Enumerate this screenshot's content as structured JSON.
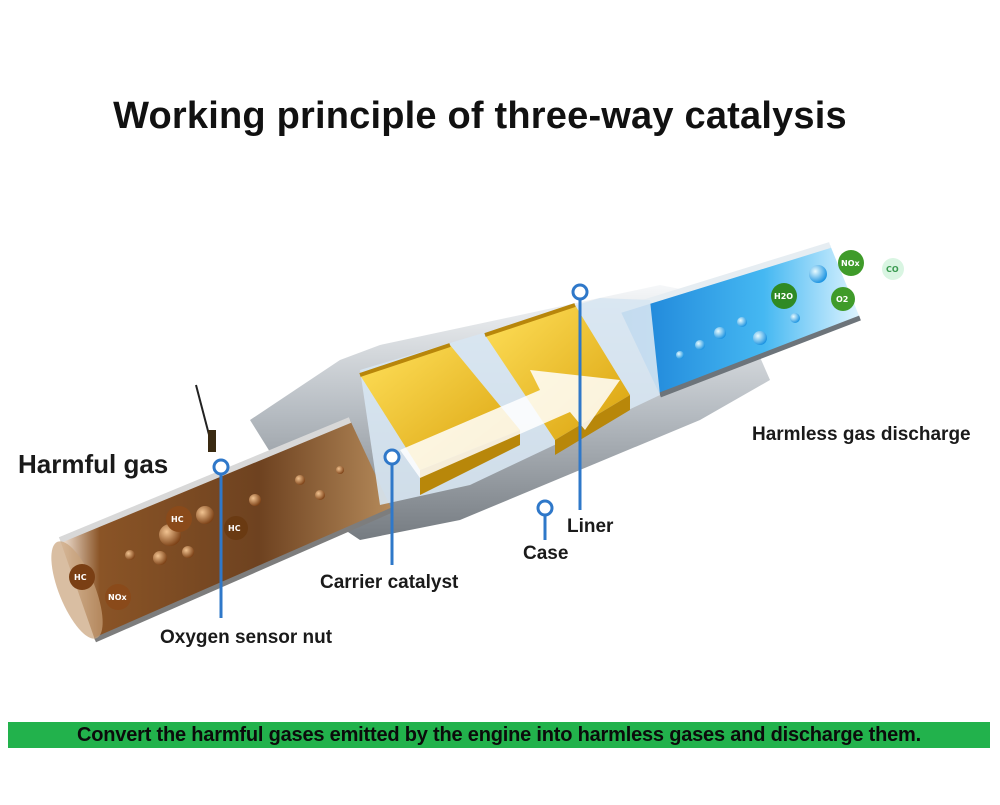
{
  "title": "Working principle of three-way catalysis",
  "labels": {
    "harmful_gas": "Harmful gas",
    "harmless_discharge": "Harmless gas discharge",
    "liner": "Liner",
    "case": "Case",
    "carrier_catalyst": "Carrier catalyst",
    "oxygen_sensor_nut": "Oxygen sensor nut"
  },
  "molecules_in": [
    "HC",
    "NOx",
    "HC",
    "HC"
  ],
  "molecules_out": [
    "NOx",
    "H2O",
    "O2",
    "CO"
  ],
  "banner": {
    "text": "Convert the harmful gases emitted by the engine into harmless gases and discharge them.",
    "color": "#22b24c"
  },
  "colors": {
    "pipe_inlet": "#7a4a24",
    "catalyst": "#f2c21d",
    "outlet_gas": "#2fa8f0",
    "callout": "#2f78c9"
  }
}
